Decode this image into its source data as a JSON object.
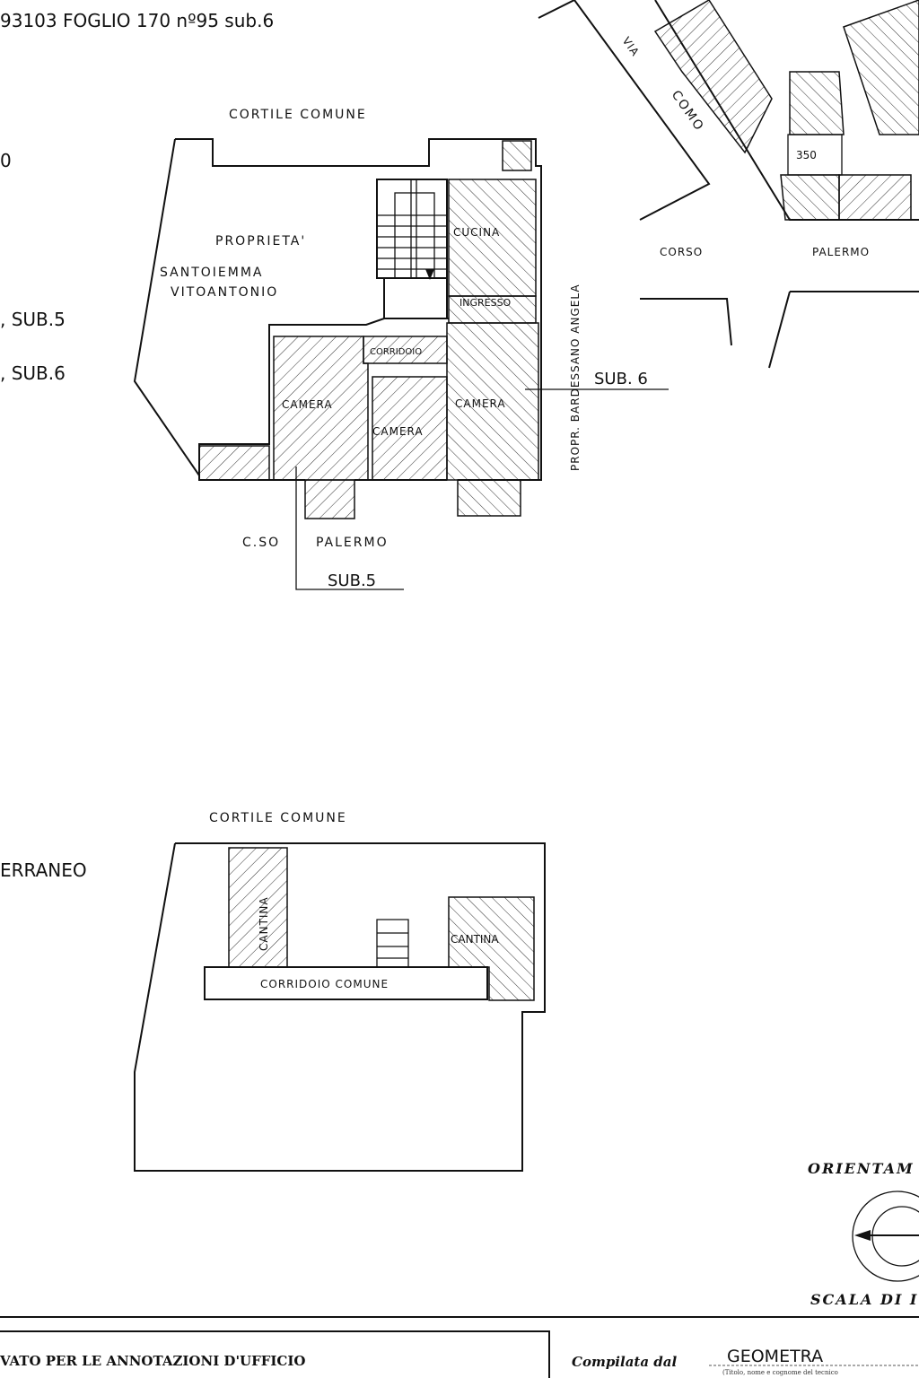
{
  "header": {
    "title": "93103  FOGLIO 170  nº95  sub.6"
  },
  "left_labels": {
    "l0": "0",
    "sub5": ", SUB.5",
    "sub6": ", SUB.6",
    "interrato": "ERRANEO"
  },
  "upper_plan": {
    "courtyard": "CORTILE   COMUNE",
    "owner_line1": "PROPRIETA'",
    "owner_line2": "SANTOIEMMA",
    "owner_line3": "VITOANTONIO",
    "rooms": [
      "CUCINA",
      "INGRESSO",
      "CORRIDOIO",
      "CAMERA",
      "CAMERA",
      "CAMERA"
    ],
    "neighbor": "PROPR.  BARDESSANO   ANGELA",
    "sub6": "SUB. 6",
    "street1": "C.SO",
    "street2": "PALERMO",
    "sub5": "SUB.5"
  },
  "location_map": {
    "via": "VIA",
    "como": "COMO",
    "corso": "CORSO",
    "palermo": "PALERMO",
    "parcel": "350"
  },
  "lower_plan": {
    "courtyard": "CORTILE    COMUNE",
    "cellar1": "CANTINA",
    "cellar2": "CANTINA",
    "corridor": "CORRIDOIO  COMUNE"
  },
  "orientation": {
    "title": "ORIENTAM",
    "scale": "SCALA DI I"
  },
  "footer": {
    "office_box": "VATO PER LE ANNOTAZIONI D'UFFICIO",
    "compiled_by_label": "Compilata dal",
    "compiled_by_value": "GEOMETRA",
    "caption": "(Titolo, nome e cognome del tecnico"
  }
}
